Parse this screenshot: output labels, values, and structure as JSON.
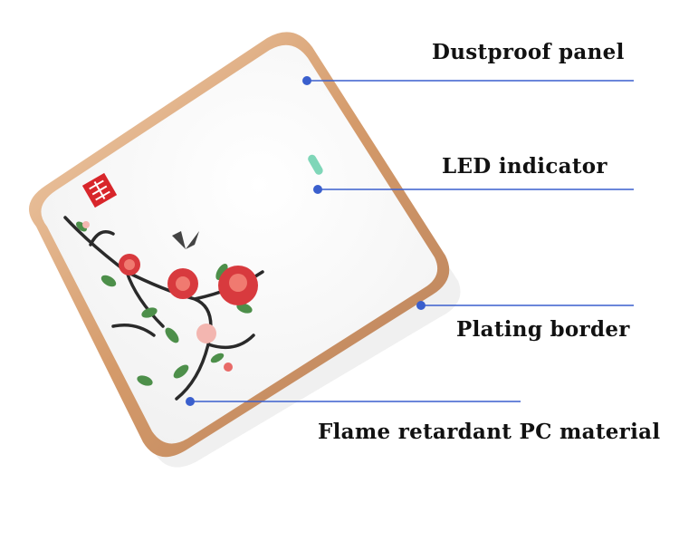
{
  "callouts": [
    {
      "id": "dustproof",
      "label": "Dustproof panel"
    },
    {
      "id": "led",
      "label": "LED indicator"
    },
    {
      "id": "plating",
      "label": "Plating border"
    },
    {
      "id": "material",
      "label": "Flame retardant PC material"
    }
  ],
  "colors": {
    "callout_line": "#3a5fcd",
    "border_gold": "#d9a77a",
    "panel": "#fbfbfb",
    "led": "#7fd6b8",
    "seal": "#d8262b",
    "rose": "#d83a3e"
  }
}
